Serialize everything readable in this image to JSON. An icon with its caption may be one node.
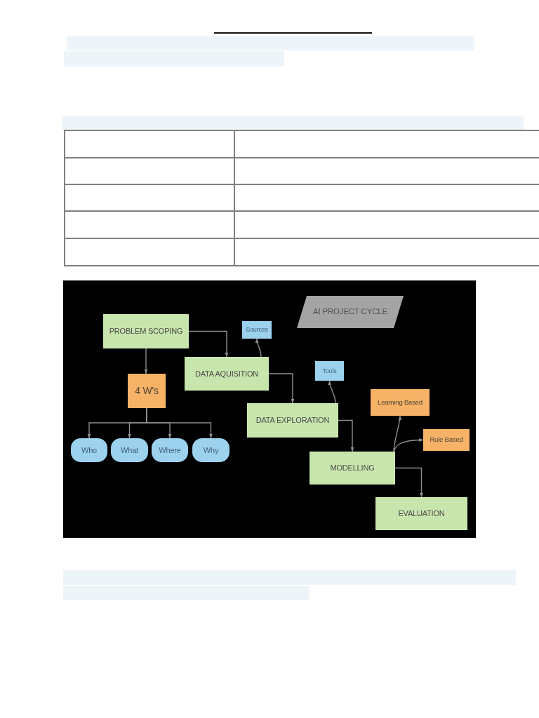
{
  "diagram": {
    "nodes": [
      {
        "text": [
          "AI PROJECT CYCLE"
        ]
      },
      {
        "text": [
          "PROBLEM SCOPING"
        ]
      },
      {
        "text": [
          "Sources"
        ]
      },
      {
        "text": [
          "DATA AQUISITION"
        ]
      },
      {
        "text": [
          "Tools"
        ]
      },
      {
        "text": [
          "4 W's"
        ]
      },
      {
        "text": [
          "DATA EXPLORATION"
        ]
      },
      {
        "text": [
          "Learning Based"
        ]
      },
      {
        "text": [
          "Rule Based"
        ]
      },
      {
        "text": [
          "Who"
        ]
      },
      {
        "text": [
          "What"
        ]
      },
      {
        "text": [
          "Where"
        ]
      },
      {
        "text": [
          "Why"
        ]
      },
      {
        "text": [
          "MODELLING"
        ]
      },
      {
        "text": [
          "EVALUATION"
        ]
      }
    ],
    "edges": [
      {
        "from": 1,
        "to": 3,
        "arrow": "to"
      },
      {
        "from": 1,
        "to": 5,
        "arrow": "to"
      },
      {
        "from": 3,
        "to": 2,
        "arrow": "to"
      },
      {
        "from": 3,
        "to": 6,
        "arrow": "to"
      },
      {
        "from": 6,
        "to": 4,
        "arrow": "to"
      },
      {
        "from": 5,
        "to": 9,
        "arrow": "to"
      },
      {
        "from": 5,
        "to": 10,
        "arrow": "to"
      },
      {
        "from": 5,
        "to": 11,
        "arrow": "to"
      },
      {
        "from": 5,
        "to": 12,
        "arrow": "to"
      },
      {
        "from": 6,
        "to": 13,
        "arrow": "to"
      },
      {
        "from": 13,
        "to": 7,
        "arrow": "to"
      },
      {
        "from": 13,
        "to": 8,
        "arrow": "to"
      },
      {
        "from": 13,
        "to": 14,
        "arrow": "to"
      }
    ]
  }
}
